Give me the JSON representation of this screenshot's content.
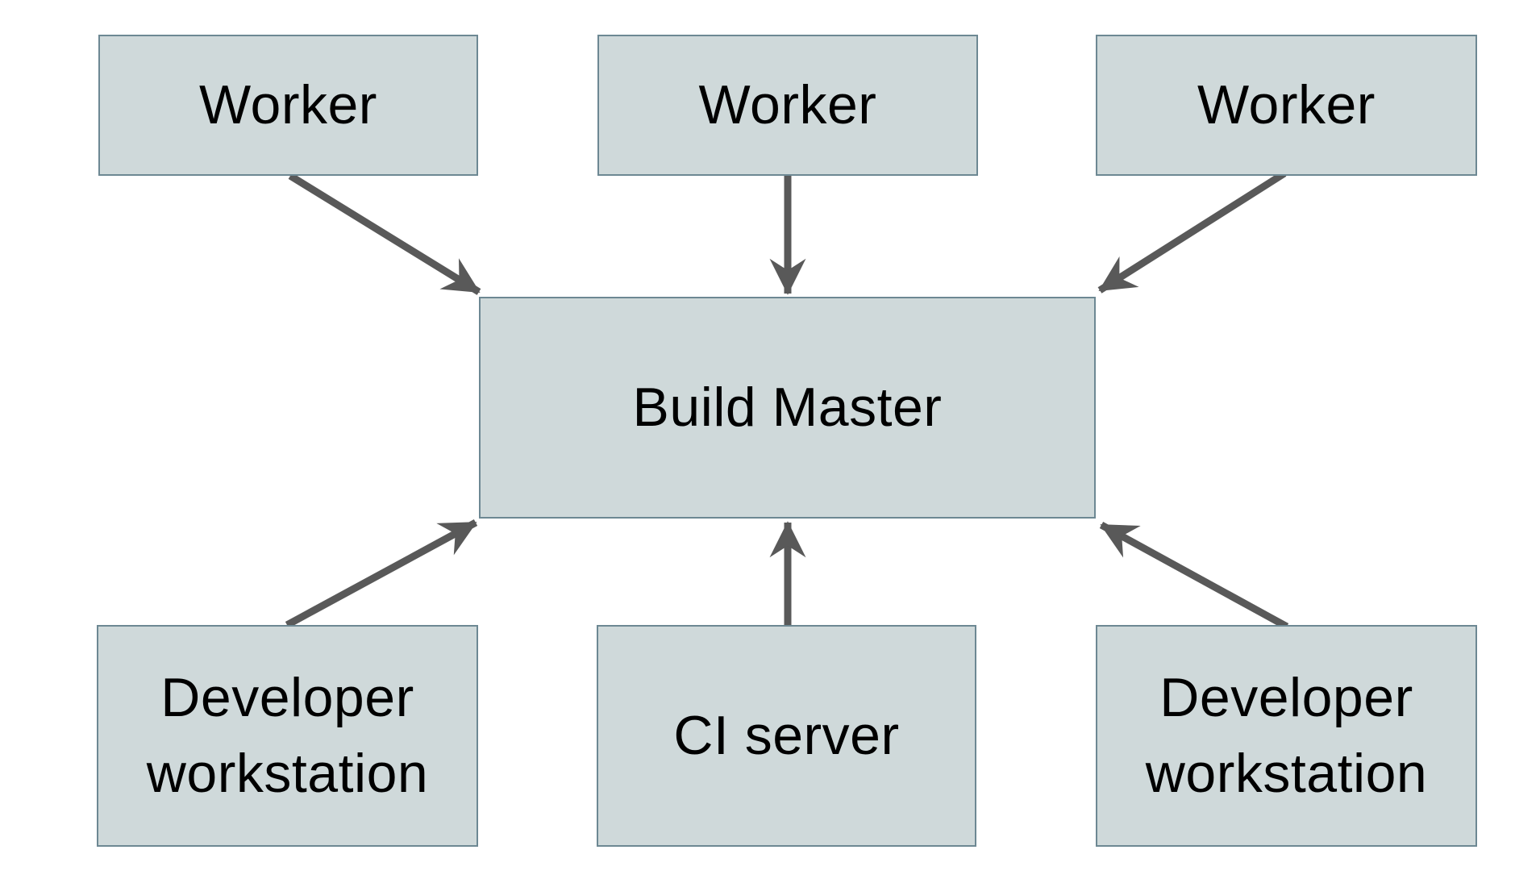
{
  "diagram": {
    "colors": {
      "background": "#ffffff",
      "box_fill": "#cfd9da",
      "box_border": "#6d8893",
      "arrow_color": "#595959",
      "text_color": "#000000"
    },
    "nodes": [
      {
        "id": "worker-1",
        "label": "Worker"
      },
      {
        "id": "worker-2",
        "label": "Worker"
      },
      {
        "id": "worker-3",
        "label": "Worker"
      },
      {
        "id": "build-master",
        "label": "Build Master"
      },
      {
        "id": "developer-workstation-left",
        "label": "Developer workstation"
      },
      {
        "id": "ci-server",
        "label": "CI server"
      },
      {
        "id": "developer-workstation-right",
        "label": "Developer workstation"
      }
    ],
    "edges": [
      {
        "from": "worker-1",
        "to": "build-master"
      },
      {
        "from": "worker-2",
        "to": "build-master"
      },
      {
        "from": "worker-3",
        "to": "build-master"
      },
      {
        "from": "developer-workstation-left",
        "to": "build-master"
      },
      {
        "from": "ci-server",
        "to": "build-master"
      },
      {
        "from": "developer-workstation-right",
        "to": "build-master"
      }
    ]
  }
}
